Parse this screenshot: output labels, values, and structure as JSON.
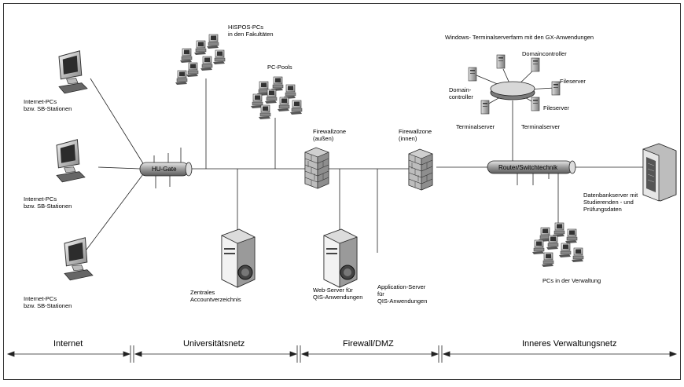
{
  "labels": {
    "internet_pc_1_l1": "Internet-PCs",
    "internet_pc_1_l2": "bzw. SB-Stationen",
    "internet_pc_2_l1": "Internet-PCs",
    "internet_pc_2_l2": "bzw. SB-Stationen",
    "internet_pc_3_l1": "Internet-PCs",
    "internet_pc_3_l2": "bzw. SB-Stationen",
    "hispos_l1": "HISPOS-PCs",
    "hispos_l2": "in den Fakultäten",
    "pc_pools": "PC-Pools",
    "hu_gate": "HU-Gate",
    "fw_out_l1": "Firewallzone",
    "fw_out_l2": "(außen)",
    "fw_in_l1": "Firewallzone",
    "fw_in_l2": "(innen)",
    "router": "Router/Switchtechnik",
    "terminal_farm": "Windows- Terminalserverfarm mit den GX-Anwendungen",
    "dc_top": "Domaincontroller",
    "dc_left_l1": "Domain-",
    "dc_left_l2": "controller",
    "fileserver_1": "Fileserver",
    "fileserver_2": "Fileserver",
    "terminalserver_1": "Terminalserver",
    "terminalserver_2": "Terminalserver",
    "db_l1": "Datenbankserver mit",
    "db_l2": "Studierenden - und",
    "db_l3": "Prüfungsdaten",
    "pcs_verwaltung": "PCs in der Verwaltung",
    "account_l1": "Zentrales",
    "account_l2": "Accountverzeichnis",
    "web_l1": "Web-Server für",
    "web_l2": "QIS-Anwendungen",
    "app_l1": "Application-Server",
    "app_l2": "für",
    "app_l3": "QIS-Anwendungen"
  },
  "zones": {
    "internet": "Internet",
    "uni": "Universitätsnetz",
    "firewall": "Firewall/DMZ",
    "inner": "Inneres Verwaltungsnetz"
  }
}
